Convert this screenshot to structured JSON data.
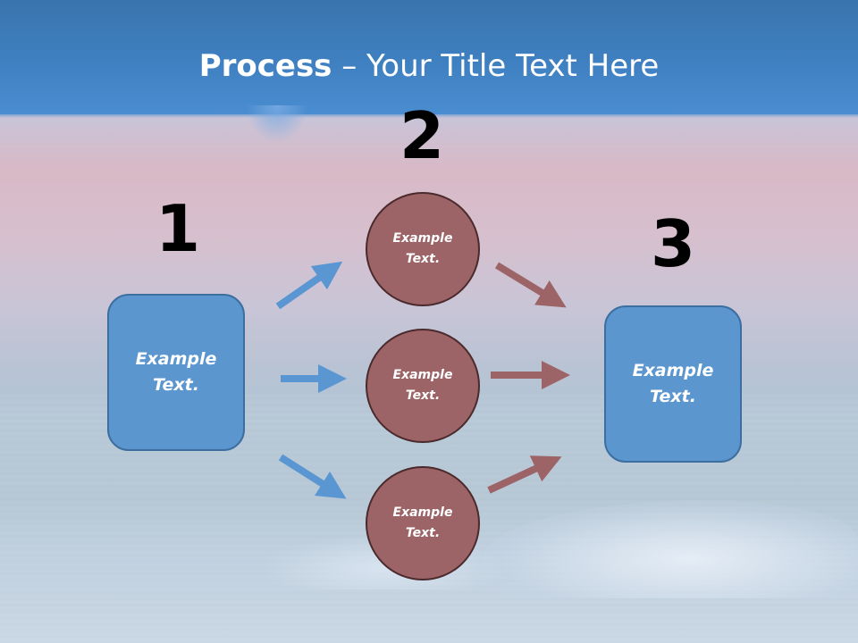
{
  "slide": {
    "title_bold": "Process",
    "title_rest": " – Your Title Text Here"
  },
  "steps": {
    "one": {
      "number": "1",
      "text": "Example Text."
    },
    "two": {
      "number": "2"
    },
    "three": {
      "number": "3",
      "text": "Example Text."
    }
  },
  "circles": [
    {
      "text": "Example Text."
    },
    {
      "text": "Example Text."
    },
    {
      "text": "Example Text."
    }
  ],
  "colors": {
    "box_fill": "#5b96cf",
    "circle_fill": "#9c6466",
    "blue_arrow": "#5a96d2",
    "brown_arrow": "#9c6466"
  }
}
